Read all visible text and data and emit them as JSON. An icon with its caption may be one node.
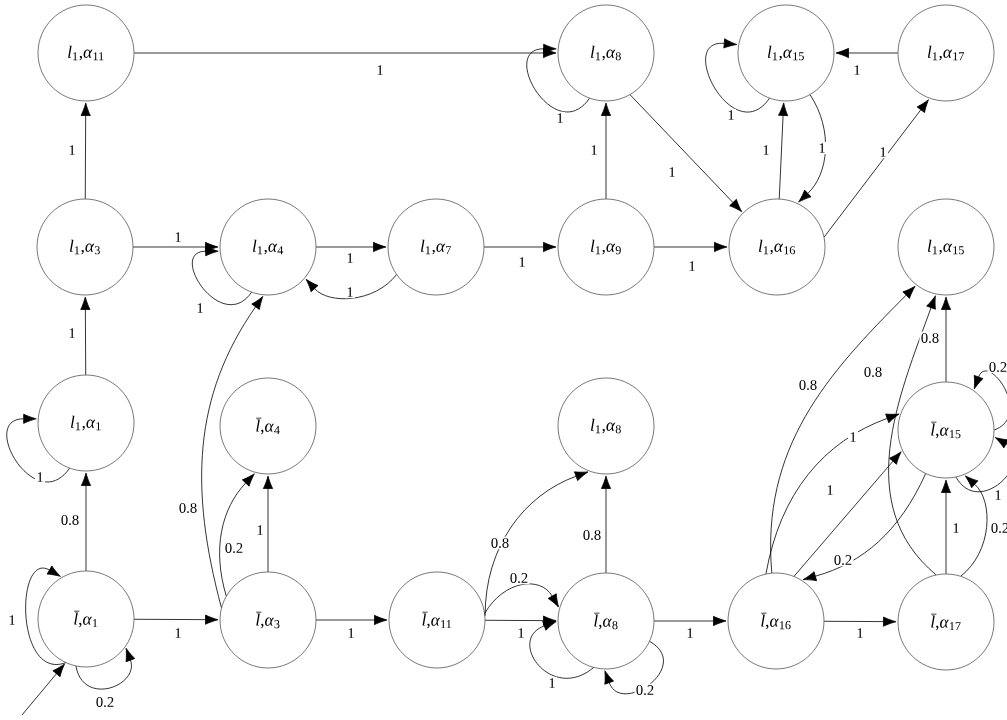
{
  "diagram": {
    "nodes": [
      {
        "text": [
          "*l*$_{1}$,*α*$_{11}$"
        ]
      },
      {
        "text": [
          "*l*$_{1}$,*α*$_{8}$"
        ]
      },
      {
        "text": [
          "*l*$_{1}$,*α*$_{15}$"
        ]
      },
      {
        "text": [
          "*l*$_{1}$,*α*$_{17}$"
        ]
      },
      {
        "text": [
          "*l*$_{1}$,*α*$_{3}$"
        ]
      },
      {
        "text": [
          "*l*$_{1}$,*α*$_{4}$"
        ]
      },
      {
        "text": [
          "*l*$_{1}$,*α*$_{7}$"
        ]
      },
      {
        "text": [
          "*l*$_{1}$,*α*$_{9}$"
        ]
      },
      {
        "text": [
          "*l*$_{1}$,*α*$_{16}$"
        ]
      },
      {
        "text": [
          "*l*$_{1}$,*α*$_{15}$"
        ]
      },
      {
        "text": [
          "*l*$_{1}$,*α*$_{1}$"
        ]
      },
      {
        "text": [
          "*l̄*,*α*$_{4}$"
        ]
      },
      {
        "text": [
          "*l*$_{1}$,*α*$_{8}$"
        ]
      },
      {
        "text": [
          "*l̄*,*α*$_{15}$"
        ]
      },
      {
        "text": [
          "*l̄*,*α*$_{1}$"
        ]
      },
      {
        "text": [
          "*l̄*,*α*$_{3}$"
        ]
      },
      {
        "text": [
          "*l̄*,*α*$_{11}$"
        ]
      },
      {
        "text": [
          "*l̄*,*α*$_{8}$"
        ]
      },
      {
        "text": [
          "*l̄*,*α*$_{16}$"
        ]
      },
      {
        "text": [
          "*l̄*,*α*$_{17}$"
        ]
      }
    ],
    "edges": [
      {
        "from": 0,
        "to": 1,
        "arrow": "to",
        "label": "1"
      },
      {
        "from": 4,
        "to": 0,
        "arrow": "to",
        "label": "1"
      },
      {
        "from": 4,
        "to": 5,
        "arrow": "to",
        "label": "1"
      },
      {
        "from": 5,
        "to": 5,
        "arrow": "to",
        "label": "1"
      },
      {
        "from": 5,
        "to": 6,
        "arrow": "to",
        "label": "1"
      },
      {
        "from": 6,
        "to": 5,
        "arrow": "to",
        "label": "1"
      },
      {
        "from": 6,
        "to": 7,
        "arrow": "to",
        "label": "1"
      },
      {
        "from": 7,
        "to": 1,
        "arrow": "to",
        "label": "1"
      },
      {
        "from": 7,
        "to": 8,
        "arrow": "to",
        "label": "1"
      },
      {
        "from": 1,
        "to": 1,
        "arrow": "to",
        "label": "1"
      },
      {
        "from": 1,
        "to": 8,
        "arrow": "to",
        "label": "1"
      },
      {
        "from": 8,
        "to": 2,
        "arrow": "to",
        "label": "1"
      },
      {
        "from": 2,
        "to": 8,
        "arrow": "to",
        "label": "1"
      },
      {
        "from": 2,
        "to": 2,
        "arrow": "to",
        "label": "1"
      },
      {
        "from": 3,
        "to": 2,
        "arrow": "to",
        "label": "1"
      },
      {
        "from": 8,
        "to": 3,
        "arrow": "to",
        "label": "1"
      },
      {
        "from": 10,
        "to": 4,
        "arrow": "to",
        "label": "1"
      },
      {
        "from": 10,
        "to": 10,
        "arrow": "to",
        "label": "1"
      },
      {
        "from": 14,
        "to": 10,
        "arrow": "to",
        "label": "0.8"
      },
      {
        "from": 14,
        "to": 14,
        "arrow": "to",
        "label": "1"
      },
      {
        "from": 14,
        "to": 14,
        "arrow": "to",
        "label": "0.2"
      },
      {
        "from": null,
        "to": 14,
        "arrow": "to"
      },
      {
        "from": 14,
        "to": 15,
        "arrow": "to",
        "label": "1"
      },
      {
        "from": 15,
        "to": 5,
        "arrow": "to",
        "label": "0.8"
      },
      {
        "from": 15,
        "to": 11,
        "arrow": "to",
        "label": "0.2"
      },
      {
        "from": 15,
        "to": 11,
        "arrow": "to",
        "label": "1"
      },
      {
        "from": 15,
        "to": 16,
        "arrow": "to",
        "label": "1"
      },
      {
        "from": 16,
        "to": 12,
        "arrow": "to",
        "label": "0.8"
      },
      {
        "from": 16,
        "to": 17,
        "arrow": "to",
        "label": "0.2"
      },
      {
        "from": 16,
        "to": 17,
        "arrow": "to",
        "label": "1"
      },
      {
        "from": 17,
        "to": 12,
        "arrow": "to",
        "label": "0.8"
      },
      {
        "from": 17,
        "to": 17,
        "arrow": "to",
        "label": "1"
      },
      {
        "from": 17,
        "to": 17,
        "arrow": "to",
        "label": "0.2"
      },
      {
        "from": 17,
        "to": 18,
        "arrow": "to",
        "label": "1"
      },
      {
        "from": 18,
        "to": 19,
        "arrow": "to",
        "label": "1"
      },
      {
        "from": 18,
        "to": 9,
        "arrow": "to",
        "label": "0.8"
      },
      {
        "from": 18,
        "to": 13,
        "arrow": "to",
        "label": "1"
      },
      {
        "from": 18,
        "to": 13,
        "arrow": "to",
        "label": "1"
      },
      {
        "from": 13,
        "to": 18,
        "arrow": "to",
        "label": "0.2"
      },
      {
        "from": 19,
        "to": 9,
        "arrow": "to",
        "label": "0.8"
      },
      {
        "from": 13,
        "to": 9,
        "arrow": "to",
        "label": "0.8"
      },
      {
        "from": 19,
        "to": 13,
        "arrow": "to",
        "label": "1"
      },
      {
        "from": 19,
        "to": 13,
        "arrow": "to",
        "label": "0.2"
      },
      {
        "from": 13,
        "to": 13,
        "arrow": "to",
        "label": "0.2"
      },
      {
        "from": 13,
        "to": 13,
        "arrow": "to",
        "label": "1"
      }
    ]
  }
}
